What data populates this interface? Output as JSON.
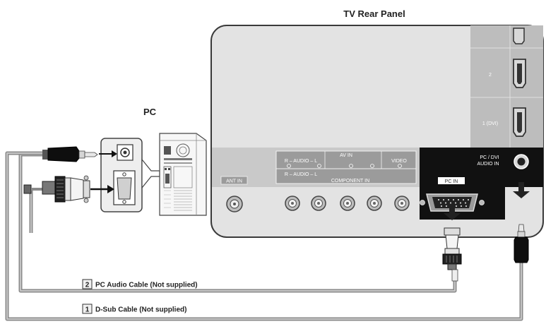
{
  "title_tv": "TV Rear Panel",
  "title_pc": "PC",
  "panel": {
    "hdmi_labels": [
      "2",
      "1 (DVI)"
    ],
    "av_in": "AV IN",
    "audio_top": "R – AUDIO – L",
    "video": "VIDEO",
    "audio_bottom": "R – AUDIO – L",
    "component_in": "COMPONENT IN",
    "ant_in": "ANT IN",
    "pc_in": "PC IN",
    "pc_dvi_audio_line1": "PC / DVI",
    "pc_dvi_audio_line2": "AUDIO IN"
  },
  "cables": [
    {
      "number": "2",
      "label": "PC Audio Cable (Not supplied)"
    },
    {
      "number": "1",
      "label": "D-Sub Cable (Not supplied)"
    }
  ],
  "colors": {
    "panel_bg": "#e3e3e3",
    "panel_border": "#3a3a3a",
    "cable_gray": "#8a8a8a",
    "dark_section": "#111111"
  }
}
